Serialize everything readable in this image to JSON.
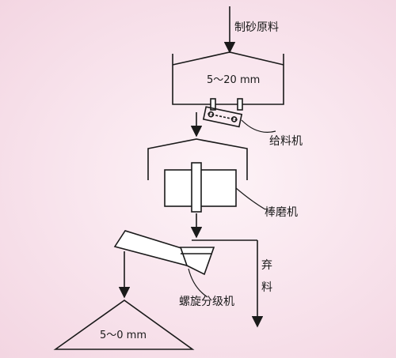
{
  "labels": {
    "raw_material": "制砂原料",
    "hopper_size": "5～20 mm",
    "feeder": "给料机",
    "rod_mill": "棒磨机",
    "discard_char_1": "弃",
    "discard_char_2": "料",
    "spiral_classifier": "螺旋分级机",
    "product_size": "5～0 mm"
  }
}
